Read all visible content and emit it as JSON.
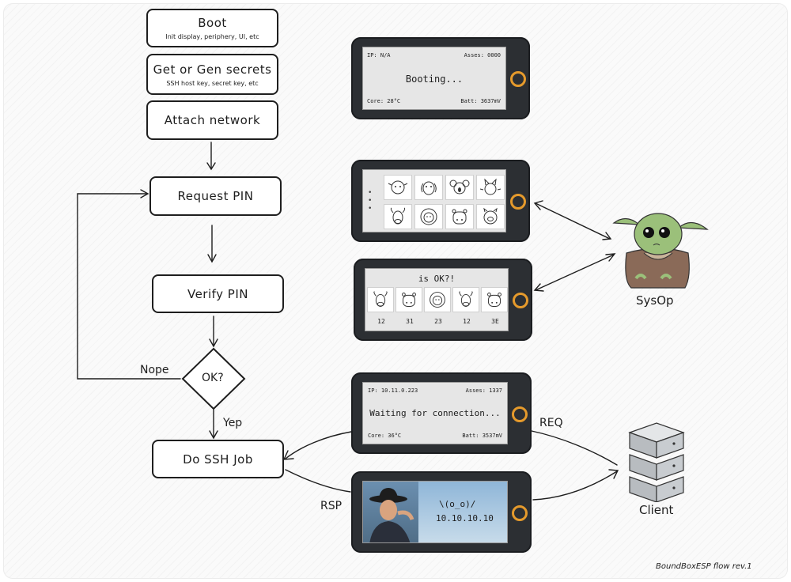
{
  "flow": {
    "boot": {
      "title": "Boot",
      "sub": "Init display, periphery, UI, etc"
    },
    "secrets": {
      "title": "Get or Gen secrets",
      "sub": "SSH host key, secret key, etc"
    },
    "network": {
      "title": "Attach network"
    },
    "request_pin": {
      "title": "Request PIN"
    },
    "verify_pin": {
      "title": "Verify PIN"
    },
    "ok": {
      "title": "OK?"
    },
    "ssh_job": {
      "title": "Do SSH Job"
    },
    "nope_label": "Nope",
    "yep_label": "Yep"
  },
  "phones": {
    "booting": {
      "ip": "IP: N/A",
      "asses": "Asses: 0000",
      "message": "Booting...",
      "core": "Core: 28°C",
      "batt": "Batt: 3637mV"
    },
    "pin_grid": {
      "dots": "• • •",
      "icons": [
        "sheep-icon",
        "dog-icon",
        "koala-icon",
        "cat-icon",
        "cow-icon",
        "lion-icon",
        "hippo-icon",
        "pig-icon"
      ]
    },
    "confirm": {
      "question": "is OK?!",
      "items": [
        {
          "icon": "cow-icon",
          "code": "12"
        },
        {
          "icon": "hippo-icon",
          "code": "31"
        },
        {
          "icon": "lion-icon",
          "code": "23"
        },
        {
          "icon": "cow-icon",
          "code": "12"
        },
        {
          "icon": "hippo-icon",
          "code": "3E"
        }
      ]
    },
    "waiting": {
      "ip": "IP: 10.11.0.223",
      "asses": "Asses: 1337",
      "message": "Waiting for connection...",
      "core": "Core: 36°C",
      "batt": "Batt: 3537mV"
    },
    "connected": {
      "emote": "\\(o_o)/",
      "ip": "10.10.10.10"
    }
  },
  "actors": {
    "sysop": "SysOp",
    "client": "Client"
  },
  "labels": {
    "req": "REQ",
    "rsp": "RSP"
  },
  "footer": "BoundBoxESP flow rev.1",
  "colors": {
    "phone_body": "#2c2f33",
    "screen": "#e6e6e6",
    "button_ring": "#e59a2c",
    "sysop_green": "#9bc07a",
    "sysop_robe": "#8a6a58",
    "server": "#c8ccd0"
  }
}
